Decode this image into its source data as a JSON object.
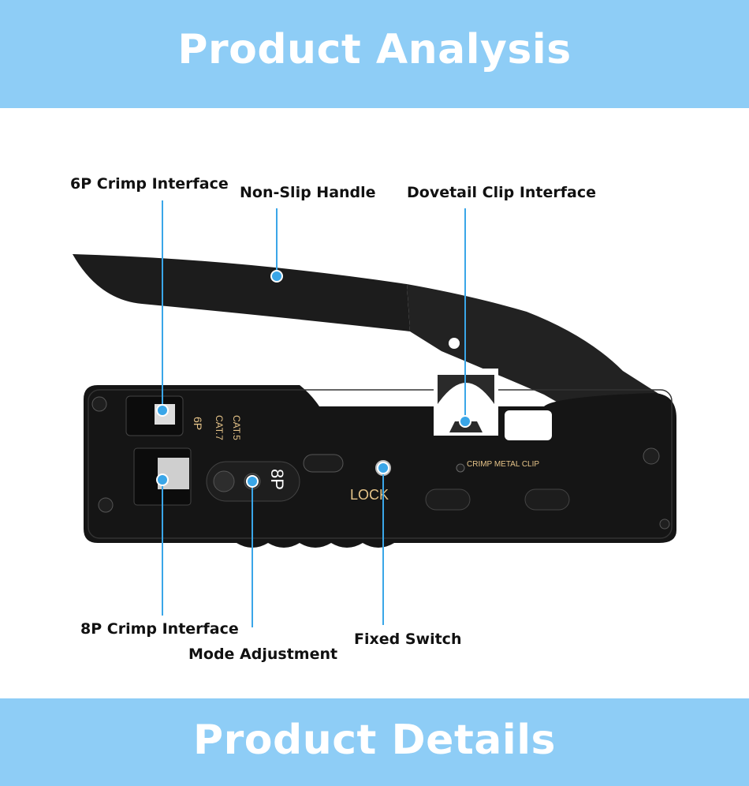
{
  "header": {
    "title": "Product Analysis"
  },
  "footer": {
    "title": "Product Details"
  },
  "callouts": {
    "crimp_6p": "6P Crimp Interface",
    "handle": "Non-Slip Handle",
    "dovetail": "Dovetail Clip Interface",
    "crimp_8p": "8P Crimp Interface",
    "mode": "Mode Adjustment",
    "switch": "Fixed Switch"
  },
  "tool_markings": {
    "p6": "6P",
    "cat7": "CAT.7",
    "cat5": "CAT.5",
    "p8": "8P",
    "lock": "LOCK",
    "clip": "CRIMP METAL CLIP"
  },
  "colors": {
    "banner": "#8ecdf6",
    "callout_line": "#3aa6e8",
    "tool_body": "#141414",
    "marking": "#e6c489"
  }
}
